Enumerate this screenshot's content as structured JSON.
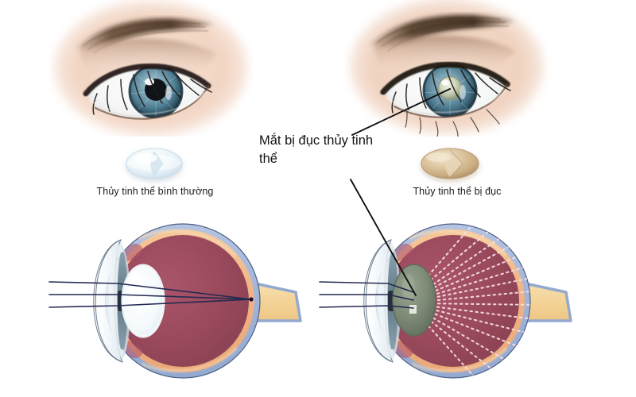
{
  "figure": {
    "background_color": "#ffffff",
    "annotation": {
      "label": "Mắt bị đục thủy tinh thể",
      "label_line1": "Mắt bị đục thủy",
      "label_line2": "tinh thể",
      "leader_color": "#111111"
    },
    "captions": {
      "normal_lens": "Thủy tinh thể bình thường",
      "cataract_lens": "Thủy tinh thể bị đục"
    }
  },
  "panels": [
    {
      "id": "normal",
      "side": "left",
      "photo": {
        "name": "normal-eye-photo",
        "iris_color": "#6f9aab",
        "iris_outer_color": "#2d4a58",
        "pupil_color": "#14181c",
        "sclera_color": "#f2f4f5",
        "skin_color": "#f3d8c8",
        "brow_color": "#5a4332",
        "lash_color": "#231a14",
        "pupil_state": "clear"
      },
      "lens": {
        "name": "normal-lens-illustration",
        "fill": "#e8f1f7",
        "edge": "#c4d8e6",
        "highlight": "#ffffff",
        "state": "transparent"
      },
      "cross_section": {
        "name": "normal-eye-cross-section",
        "sclera": "#9fb4d8",
        "choroid": "#f0b98a",
        "vitreous": "#9b4a5d",
        "cornea": "#eef3f7",
        "iris": "#6d8494",
        "lens_fill": "#ffffff",
        "lens_edge": "#dbe9f2",
        "optic_nerve": "#f4d59a",
        "ray_color": "#232a52",
        "ray_count": 3,
        "ray_behavior": "converging",
        "focus_label": "focal point on retina"
      }
    },
    {
      "id": "cataract",
      "side": "right",
      "photo": {
        "name": "cataract-eye-photo",
        "iris_color": "#6f9aab",
        "iris_outer_color": "#2d4a58",
        "pupil_color": "#cfd6c6",
        "sclera_color": "#f2f4f5",
        "skin_color": "#f3d8c8",
        "brow_color": "#4a3626",
        "lash_color": "#1d1610",
        "pupil_state": "opaque"
      },
      "lens": {
        "name": "cataract-lens-illustration",
        "fill": "#d7bc96",
        "edge": "#b89b73",
        "highlight": "#efe0c8",
        "state": "opaque"
      },
      "cross_section": {
        "name": "cataract-eye-cross-section",
        "sclera": "#9fb4d8",
        "choroid": "#f0b98a",
        "vitreous": "#9b4a5d",
        "cornea": "#eef3f7",
        "iris": "#6d8494",
        "lens_fill": "#7e8b77",
        "lens_edge": "#5f6b59",
        "optic_nerve": "#f4d59a",
        "ray_color": "#232a52",
        "ray_count": 3,
        "ray_behavior": "scattered",
        "scatter_color": "#f8dfe2",
        "scatter_ray_count": 14
      }
    }
  ]
}
